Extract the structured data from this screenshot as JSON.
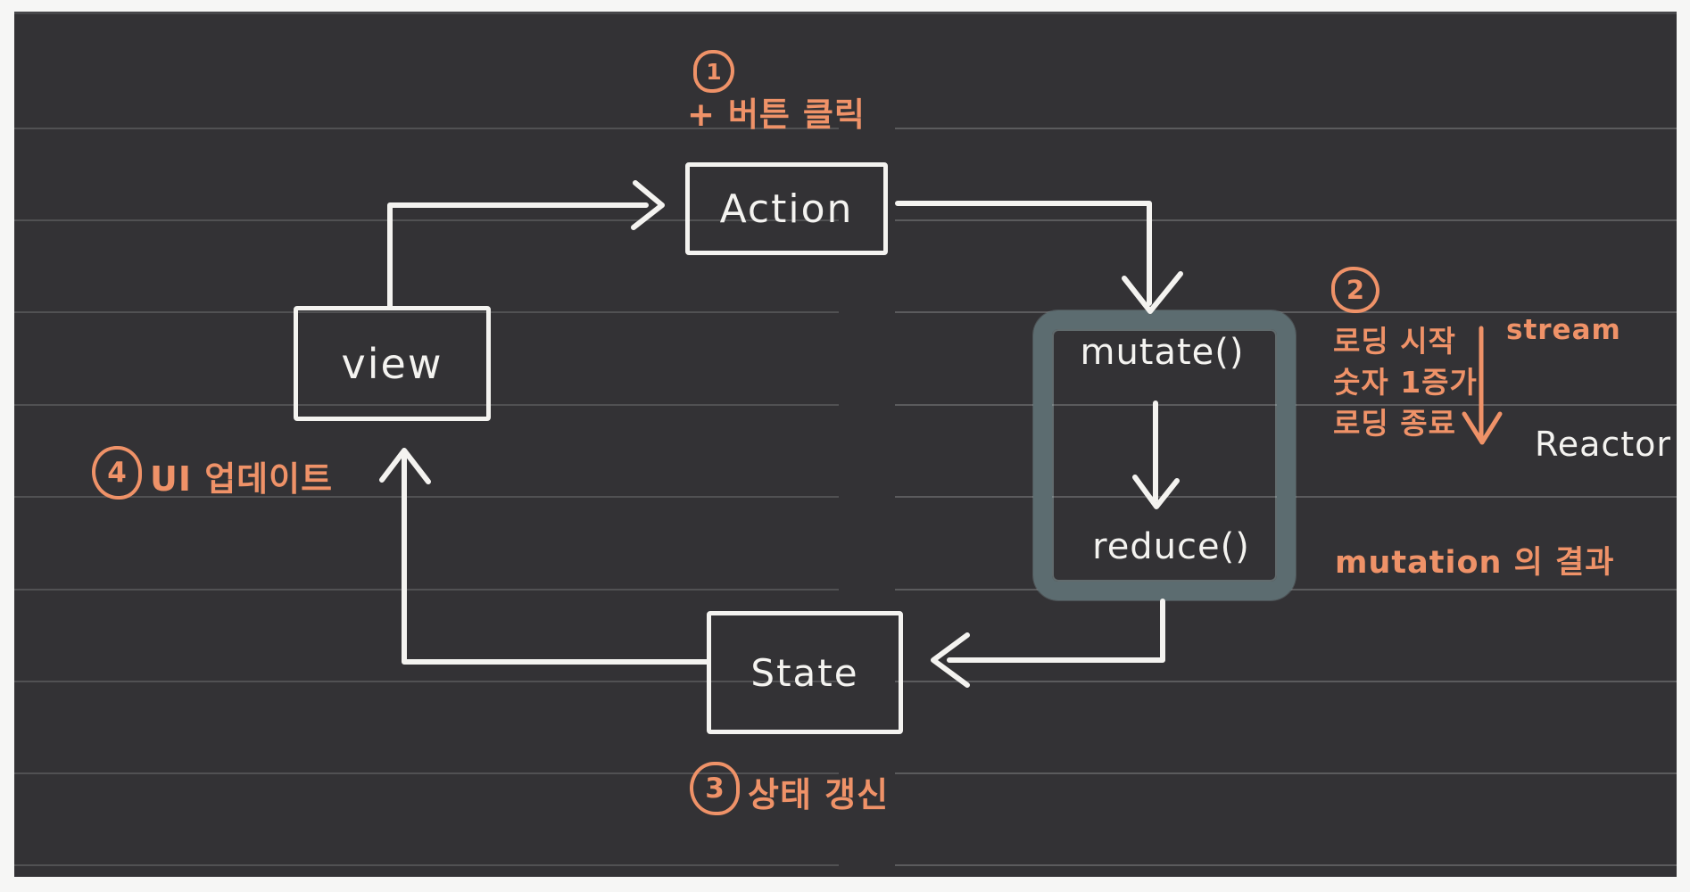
{
  "canvas": {
    "background": "#333235",
    "margin_color": "#f6f6f5",
    "ruled_line_color": "#515153"
  },
  "ink": {
    "white": "#f4f3f0",
    "orange": "#ef9268",
    "highlight_stroke": "#5c6c70"
  },
  "nodes": {
    "action": "Action",
    "view": "view",
    "state": "State",
    "mutate": "mutate()",
    "reduce": "reduce()"
  },
  "steps": {
    "one": {
      "num": "1",
      "text": "+ 버튼 클릭"
    },
    "two": {
      "num": "2",
      "line1": "로딩 시작",
      "line2": "숫자 1증가",
      "line3": "로딩 종료"
    },
    "three": {
      "num": "3",
      "text": "상태 갱신"
    },
    "four": {
      "num": "4",
      "text": "UI 업데이트"
    }
  },
  "labels": {
    "stream": "stream",
    "reactor": "Reactor",
    "mutation_result": "mutation 의 결과"
  }
}
